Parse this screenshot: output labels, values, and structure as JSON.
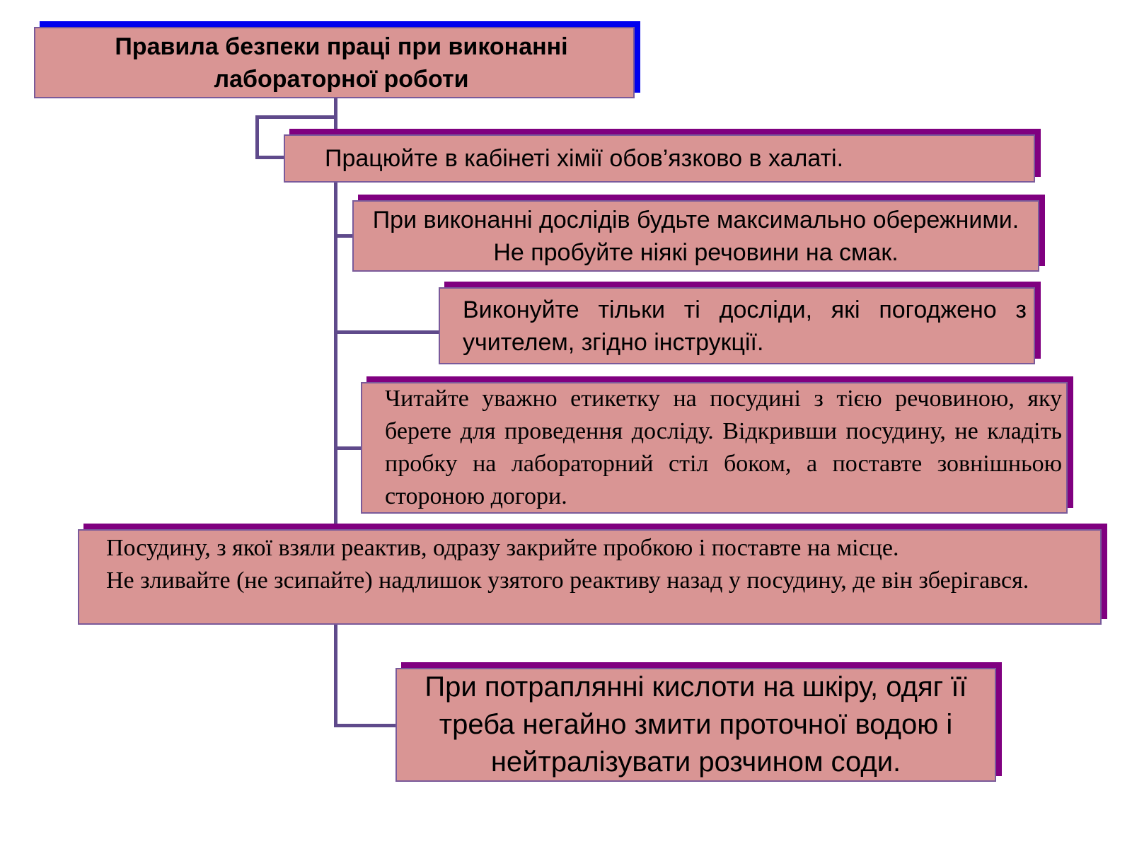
{
  "title": "Правила безпеки праці при виконанні лабораторної роботи",
  "rules": [
    "Працюйте в кабінеті хімії обов’язково в халаті.",
    "При виконанні дослідів будьте максимально обережними. Не пробуйте ніякі речовини на смак.",
    "Виконуйте тільки ті досліди, які погоджено з учителем, згідно інструкції.",
    "Читайте уважно етикетку на посудині з тією речовиною, яку берете для проведення досліду. Відкривши посудину, не кладіть пробку на лабораторний стіл боком, а поставте зовнішньою стороною догори.",
    "Посудину, з якої взяли реактив, одразу закрийте пробкою і поставте на місце.",
    "Не зливайте (не зсипайте)  надлишок узятого реактиву назад у посудину, де він зберігався.",
    "При потраплянні кислоти на шкіру, одяг її треба негайно змити проточної водою і нейтралізувати розчином соди."
  ],
  "colors": {
    "box_fill": "#d99594",
    "connector": "#5f4a8b",
    "shadow": "#800080",
    "title_shadow": "#0000ee"
  }
}
